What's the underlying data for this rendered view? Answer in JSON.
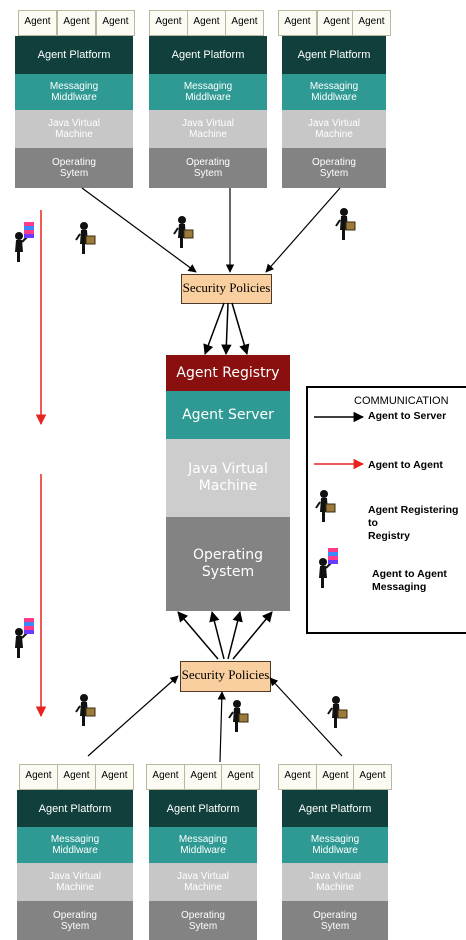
{
  "stack": {
    "agent_label": "Agent",
    "platform": "Agent Platform",
    "middleware_top_left": "Messaging\nMiddlware",
    "middleware": "Messaging\nMiddlware",
    "jvm": "Java Virtual\nMachine",
    "os": "Operating\nSytem"
  },
  "security": {
    "top": "Security Policies",
    "bottom": "Security Policies"
  },
  "center": {
    "registry": "Agent Registry",
    "server": "Agent Server",
    "jvm": "Java Virtual\nMachine",
    "os": "Operating\nSystem"
  },
  "legend": {
    "title": "COMMUNICATION",
    "agent_to_server": "Agent to Server",
    "agent_to_agent": "Agent to Agent",
    "registering": "Agent Registering to\nRegistry",
    "messaging": "Agent to Agent\nMessaging"
  },
  "colors": {
    "platform": "#11403c",
    "middleware": "#2f9a93",
    "jvm": "#c7c7c7",
    "os": "#838383",
    "registry": "#8a0f0f",
    "server": "#2f9a93",
    "security": "#f9cf9f",
    "red_arrow": "#e8231f"
  }
}
